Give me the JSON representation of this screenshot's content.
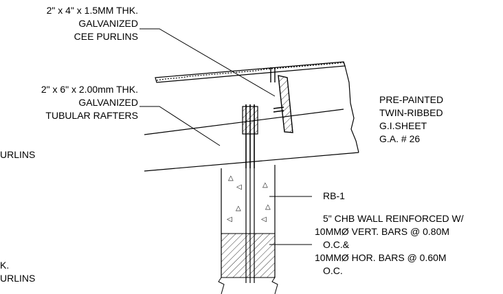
{
  "labels": {
    "cee_purlins": [
      "2\" x 4\" x 1.5MM THK.",
      "GALVANIZED",
      "CEE PURLINS"
    ],
    "tubular_rafters": [
      "2\" x 6\" x 2.00mm THK.",
      "GALVANIZED",
      "TUBULAR RAFTERS"
    ],
    "gi_sheet": [
      "PRE-PAINTED",
      "TWIN-RIBBED",
      "G.I.SHEET",
      "G.A. # 26"
    ],
    "rb1": "RB-1",
    "chb_wall": [
      "5\" CHB WALL REINFORCED W/",
      "10MMØ VERT. BARS @ 0.80M",
      "O.C.&",
      "10MMØ HOR. BARS @ 0.60M",
      "O.C."
    ],
    "cut_left": [
      "URLINS",
      "K.",
      "URLINS"
    ]
  },
  "colors": {
    "line": "#000000",
    "background": "#ffffff"
  }
}
